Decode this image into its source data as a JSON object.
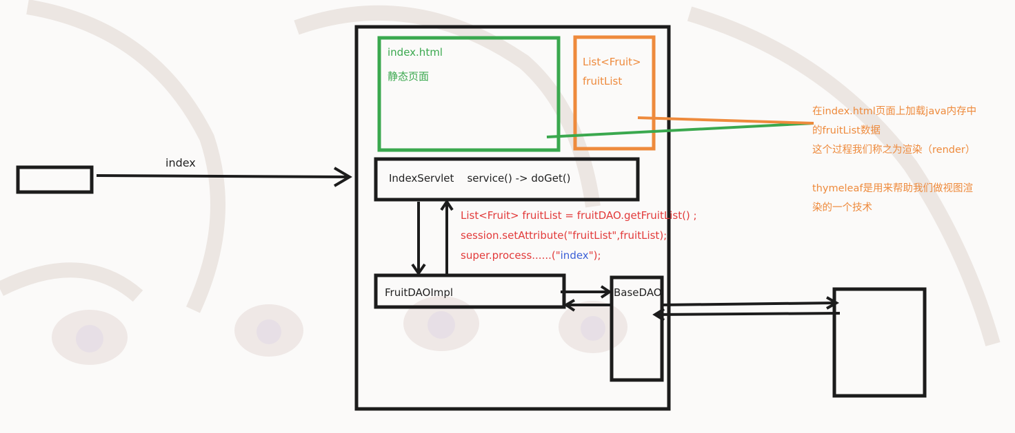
{
  "colors": {
    "green": "#3aa84e",
    "orange": "#ee8a3c",
    "red": "#e23a3a",
    "blue": "#3b5fd6",
    "black": "#1c1c1c"
  },
  "labels": {
    "request": "index",
    "index_html_title": "index.html",
    "index_html_sub": "静态页面",
    "fruit_list_type": "List<Fruit>",
    "fruit_list_name": "fruitList",
    "servlet": "IndexServlet    service() -> doGet()",
    "dao_impl": "FruitDAOImpl",
    "base_dao": "BaseDAO"
  },
  "code": {
    "line1": "List<Fruit> fruitList  = fruitDAO.getFruitList() ;",
    "line2": "session.setAttribute(\"fruitList\",fruitList);",
    "line3_prefix": "super.process......(\"",
    "line3_keyword": "index",
    "line3_suffix": "\");"
  },
  "note": {
    "line1": "在index.html页面上加载java内存中",
    "line2": "的fruitList数据",
    "line3": "这个过程我们称之为渲染（render）",
    "line4": "thymeleaf是用来帮助我们做视图渲",
    "line5": "染的一个技术"
  }
}
